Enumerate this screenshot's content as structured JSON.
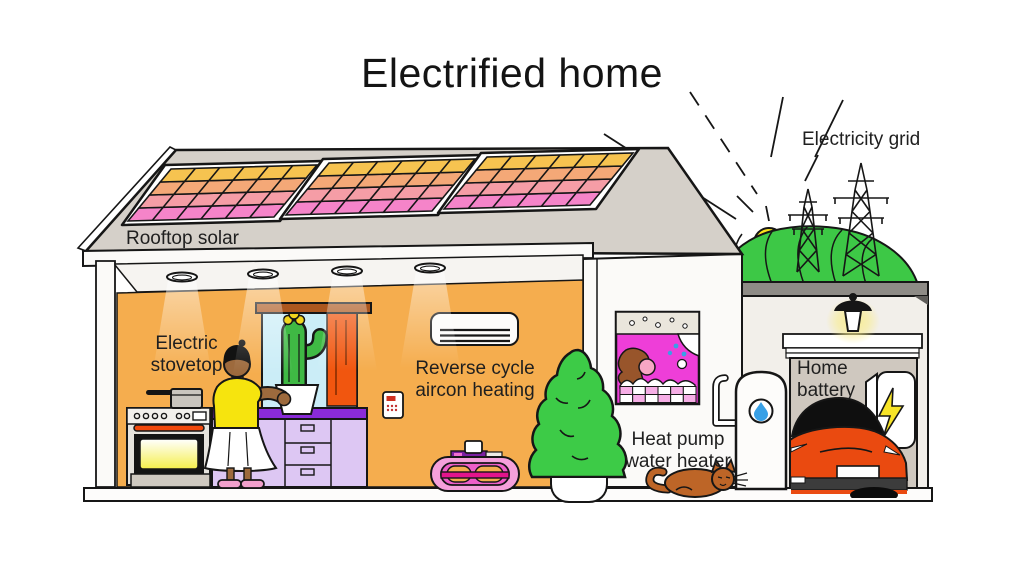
{
  "title": "Electrified home",
  "labels": {
    "rooftop_solar": "Rooftop solar",
    "electric_stovetop": "Electric\nstovetop",
    "aircon": "Reverse cycle\naircon heating",
    "heat_pump": "Heat pump\nwater heater",
    "home_battery": "Home\nbattery",
    "electricity_grid": "Electricity grid"
  },
  "icons": {
    "sun": "sun-icon",
    "water_drop": "water-drop-icon",
    "lightning_bolt": "lightning-bolt-icon",
    "downlight": "downlight-icon",
    "wall_lamp": "wall-lamp-icon"
  },
  "colors": {
    "outline": "#161616",
    "roof_gray": "#D5D0C9",
    "fascia_white": "#FBFAF8",
    "ceiling_white": "#F6F4F1",
    "wall_orange": "#F5AD4E",
    "counter_purple": "#8A2BD9",
    "cabinet_lavender": "#DDC7F3",
    "stove_gray": "#E6E3DD",
    "heat_strip_orange": "#F1480B",
    "oven_glow_yellow": "#F5EF4B",
    "pelmet_brown": "#AC571E",
    "sky_blue": "#CBEDF7",
    "curtain_orange": "#F1560F",
    "cactus_green": "#3FB944",
    "person_skin": "#9D6A3D",
    "shirt_yellow": "#F6E40E",
    "shoe_pink": "#F2A0CC",
    "aircon_white": "#FDFCFA",
    "table_pink": "#F5A0DB",
    "table_inner_pink": "#EE5FC8",
    "table_bar_magenta": "#E3148C",
    "tree_green": "#3DCB47",
    "bathroom_magenta": "#EE3ED8",
    "tub_pink": "#F6AEE6",
    "hair_brown": "#98552B",
    "face_pink": "#F7A6C4",
    "drop_blue": "#38A0E6",
    "cat_brown": "#BD6527",
    "garage_wall": "#F2EFEA",
    "garage_interior": "#CFC8BF",
    "slab_gray": "#8E8B86",
    "bolt_yellow": "#F7E428",
    "car_orange": "#EA4A10",
    "hill_green": "#3DC846",
    "sun_yellow": "#FBE21B",
    "panel_gold": "#F6C350",
    "panel_orange": "#F4A877",
    "panel_salmon": "#F59DA6",
    "panel_pink": "#F584C9"
  }
}
